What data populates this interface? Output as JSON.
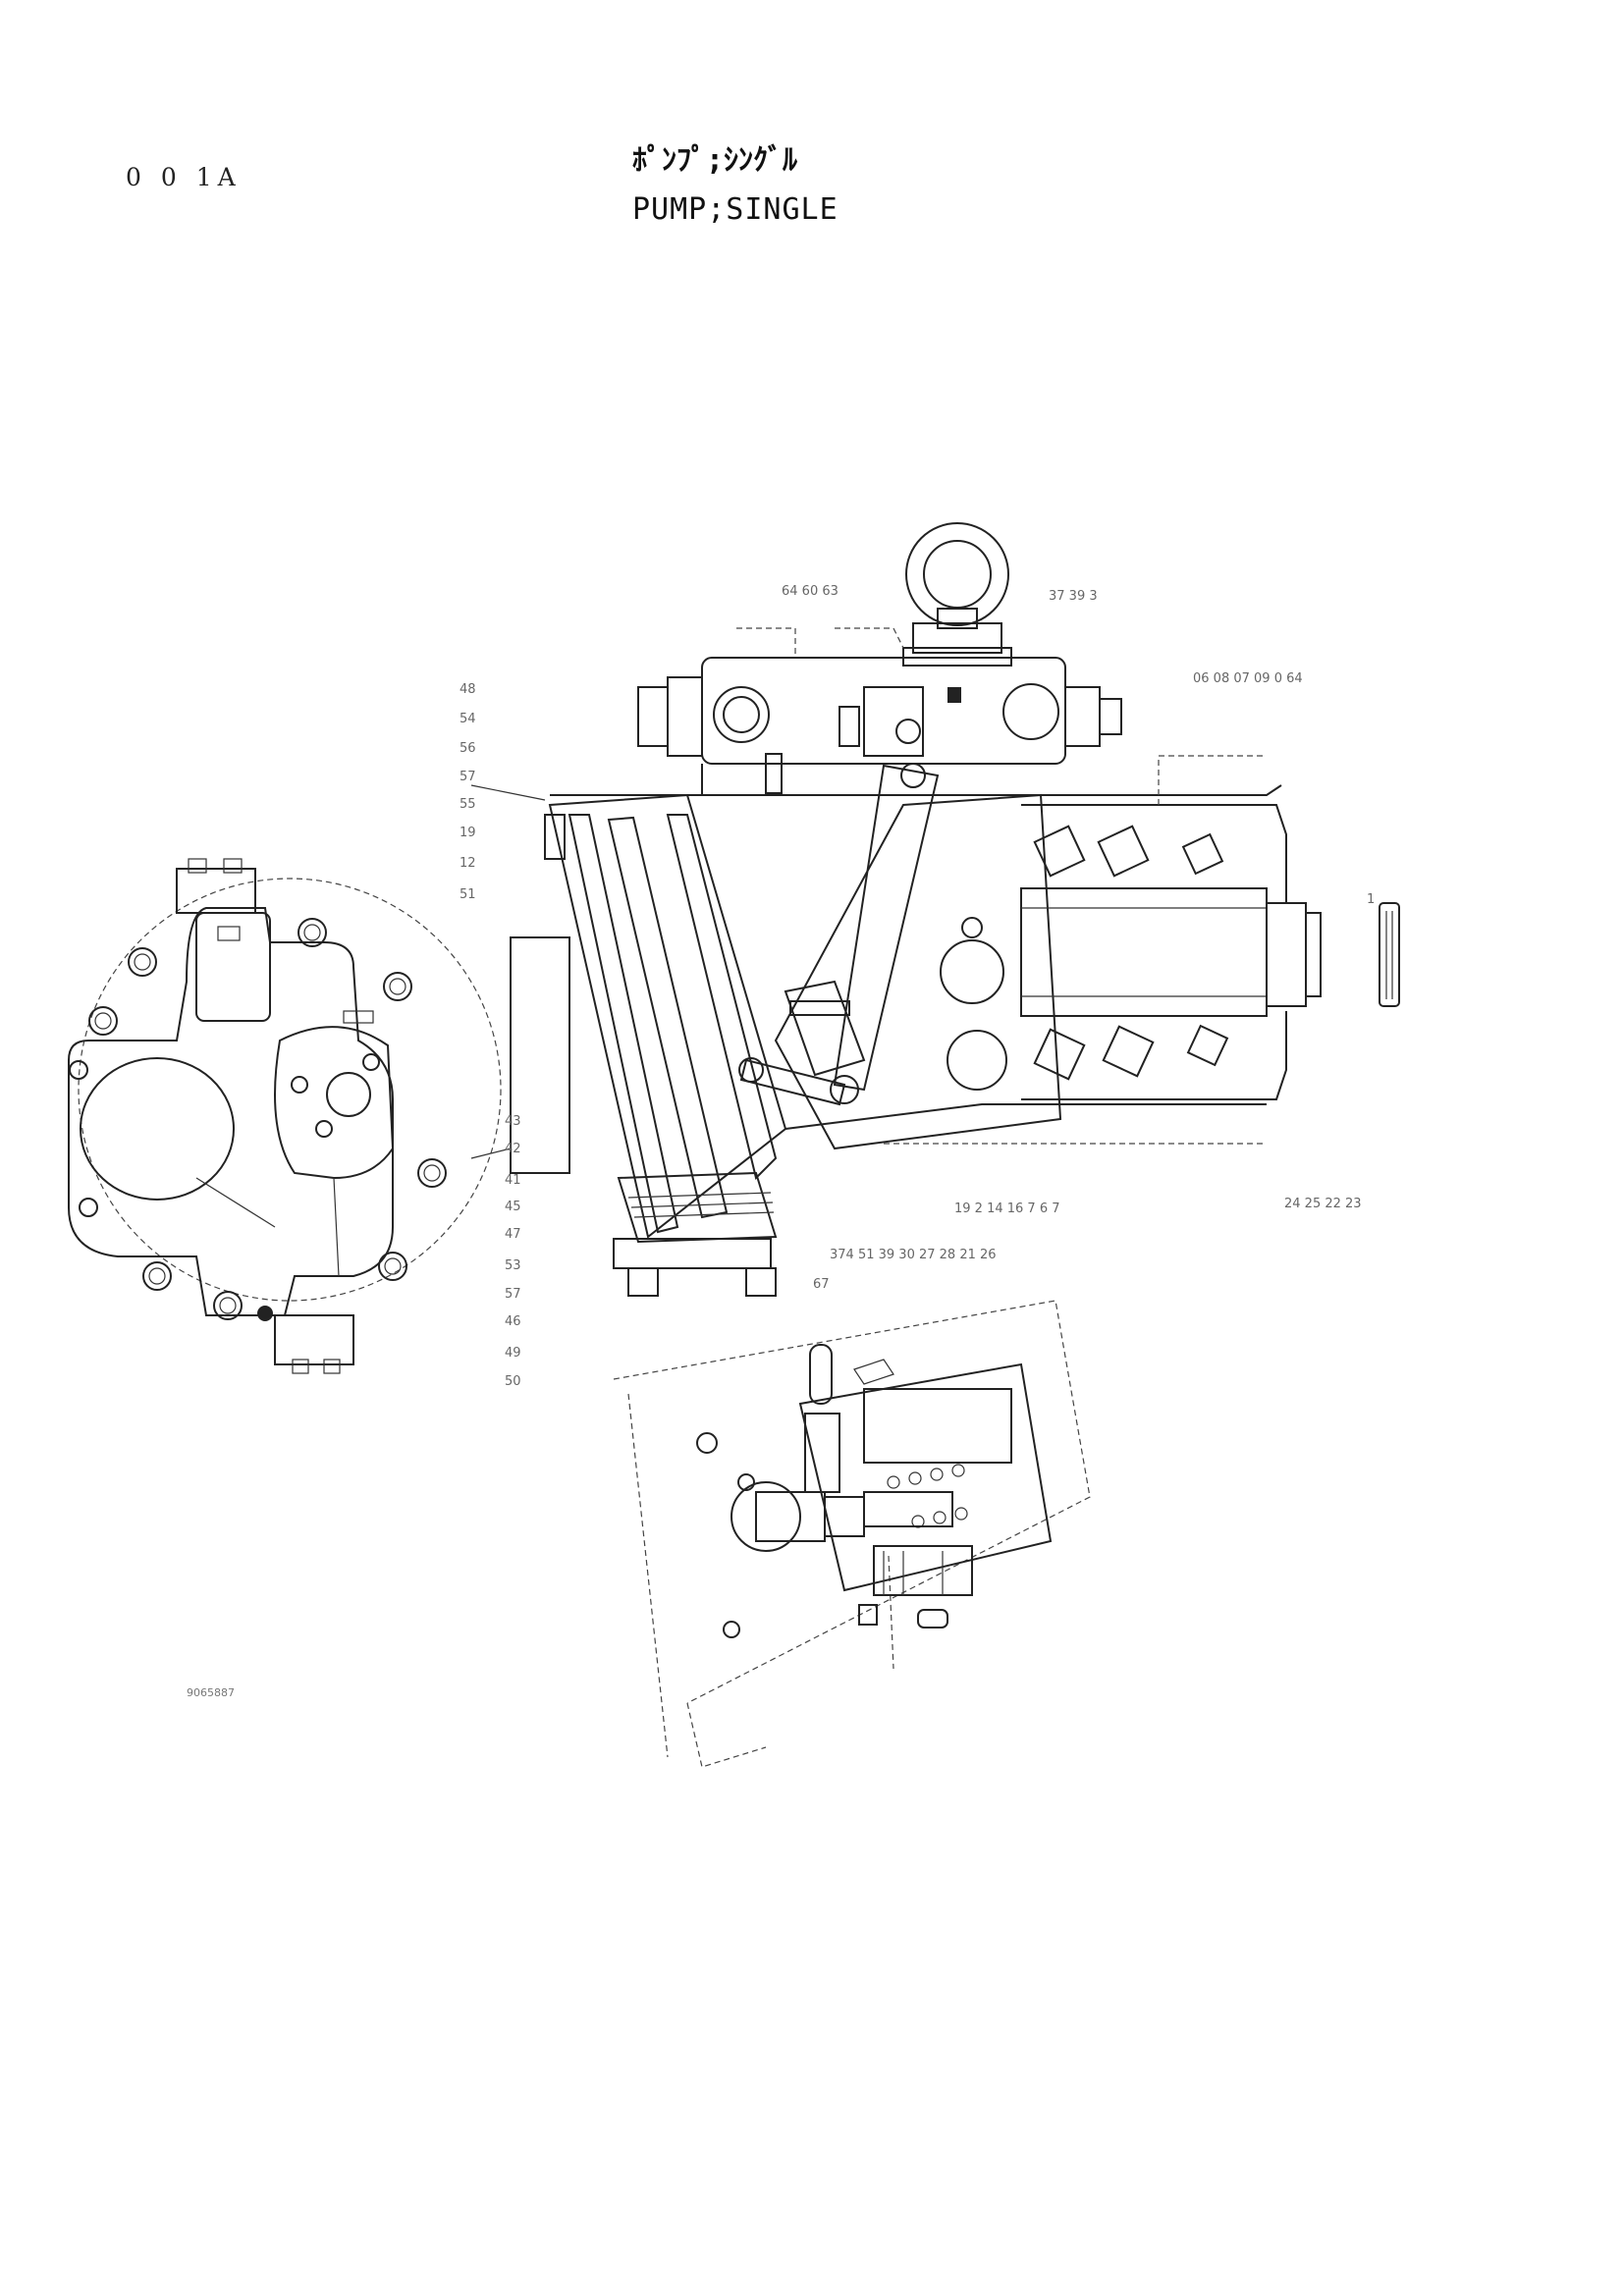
{
  "page": {
    "code": "0 0 1A",
    "title_jp": "ﾎﾟﾝﾌﾟ;ｼﾝｸﾞﾙ",
    "title_en": "PUMP;SINGLE",
    "drawing_ref": "9065887"
  },
  "callouts": {
    "top_left_group": "64 60 63",
    "top_right_group": "37 39 3",
    "right_upper_group": "06 08 07 09 0 64",
    "right_lower_group": "24 25 22 23",
    "bottom_middle_group": "19 2 14 16 7 6 7",
    "bottom_lower_group": "374 51 39 30 27 28 21 26",
    "below_group": "67",
    "left_upper": [
      "48",
      "54",
      "56",
      "57",
      "55",
      "19",
      "12",
      "51"
    ],
    "left_lower": [
      "43",
      "42",
      "41",
      "45",
      "47",
      "53",
      "57",
      "46",
      "49",
      "50"
    ],
    "shaft_end": "1"
  },
  "icons": {
    "lifting_eye": "lifting-eye-icon",
    "bolt": "bolt-icon"
  }
}
